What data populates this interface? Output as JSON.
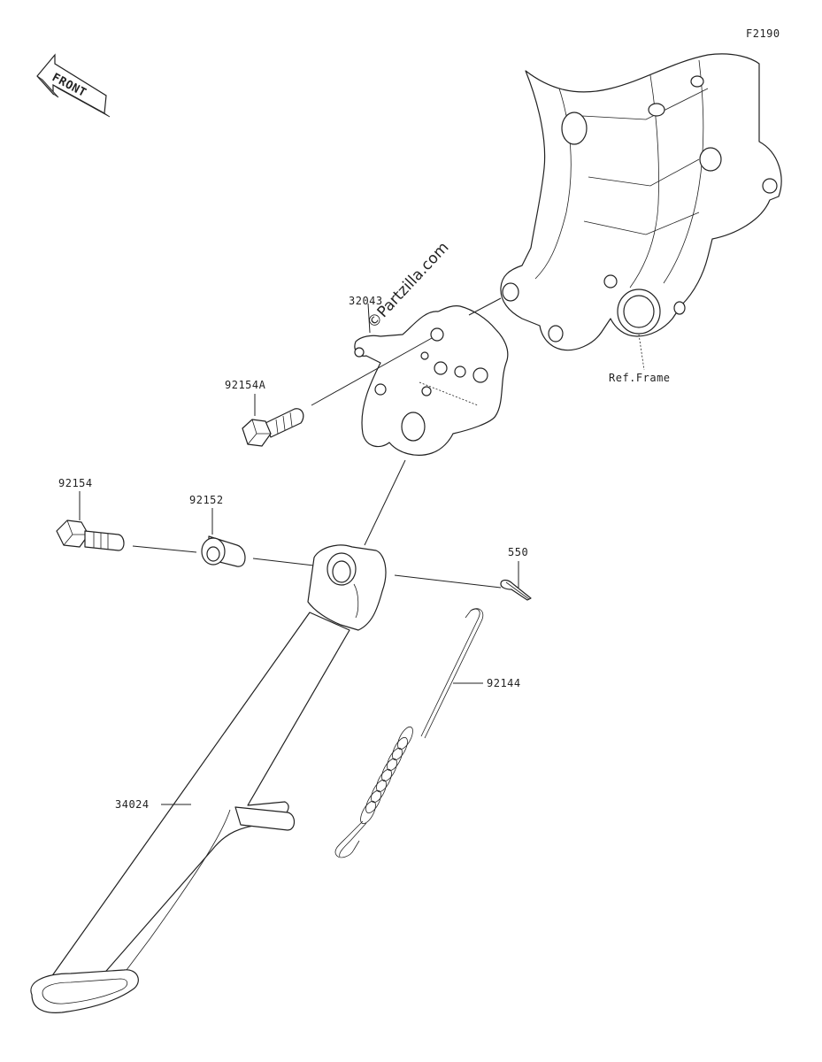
{
  "diagram": {
    "figure_code": "F2190",
    "front_label": "FRONT",
    "watermark": "©Partzilla.com",
    "ref_label": "Ref.Frame",
    "callouts": [
      {
        "id": "32043",
        "part": "bracket"
      },
      {
        "id": "92154A",
        "part": "bracket-bolt"
      },
      {
        "id": "92154",
        "part": "pivot-bolt"
      },
      {
        "id": "92152",
        "part": "collar"
      },
      {
        "id": "550",
        "part": "cotter-pin"
      },
      {
        "id": "92144",
        "part": "spring"
      },
      {
        "id": "34024",
        "part": "side-stand"
      }
    ]
  }
}
